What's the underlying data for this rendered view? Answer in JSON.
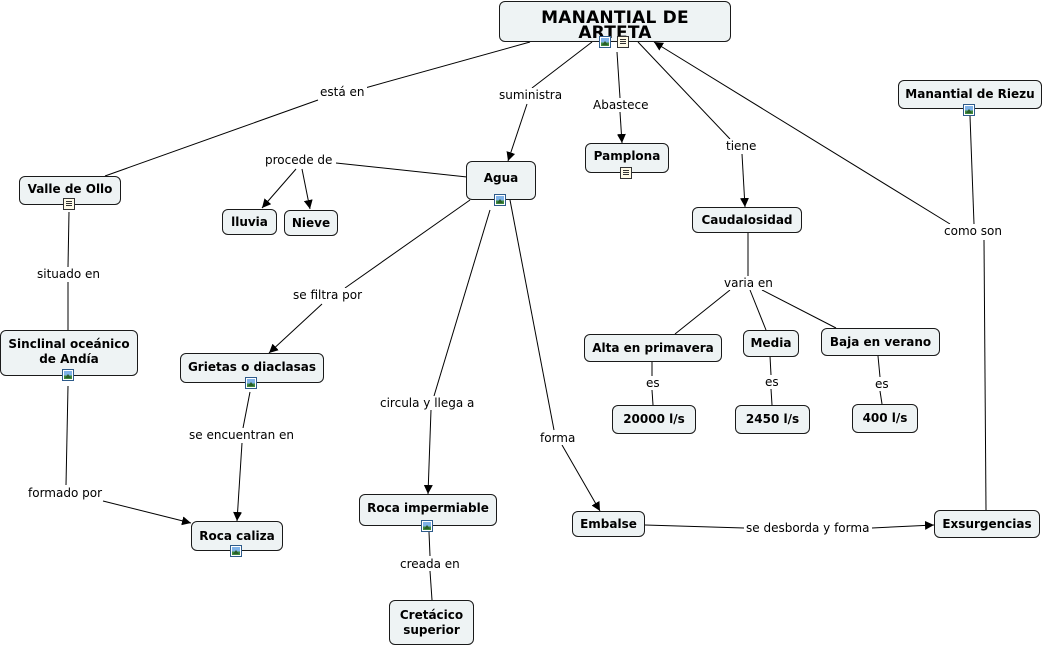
{
  "nodes": {
    "arteta": "MANANTIAL DE ARTETA",
    "riezu": "Manantial de Riezu",
    "valle": "Valle de Ollo",
    "agua": "Agua",
    "pamplona": "Pamplona",
    "lluvia": "lluvia",
    "nieve": "Nieve",
    "caudal": "Caudalosidad",
    "sinclinal": "Sinclinal oceánico\nde Andía",
    "grietas": "Grietas o diaclasas",
    "alta": "Alta en primavera",
    "media": "Media",
    "baja": "Baja en verano",
    "v20000": "20000 l/s",
    "v2450": "2450 l/s",
    "v400": "400 l/s",
    "roca_imp": "Roca impermiable",
    "embalse": "Embalse",
    "exsurg": "Exsurgencias",
    "roca_caliza": "Roca caliza",
    "cretacico": "Cretácico\nsuperior"
  },
  "links": {
    "esta_en": "está en",
    "suministra": "suministra",
    "abastece": "Abastece",
    "tiene": "tiene",
    "procede_de": "procede de",
    "como_son": "como son",
    "situado_en": "situado en",
    "se_filtra_por": "se filtra por",
    "varia_en": "varia en",
    "es1": "es",
    "es2": "es",
    "es3": "es",
    "circula": "circula y llega a",
    "se_encuentran": "se encuentran en",
    "forma": "forma",
    "formado_por": "formado por",
    "se_desborda": "se desborda y forma",
    "creada_en": "creada en"
  },
  "icons": [
    "image-icon",
    "document-icon"
  ]
}
